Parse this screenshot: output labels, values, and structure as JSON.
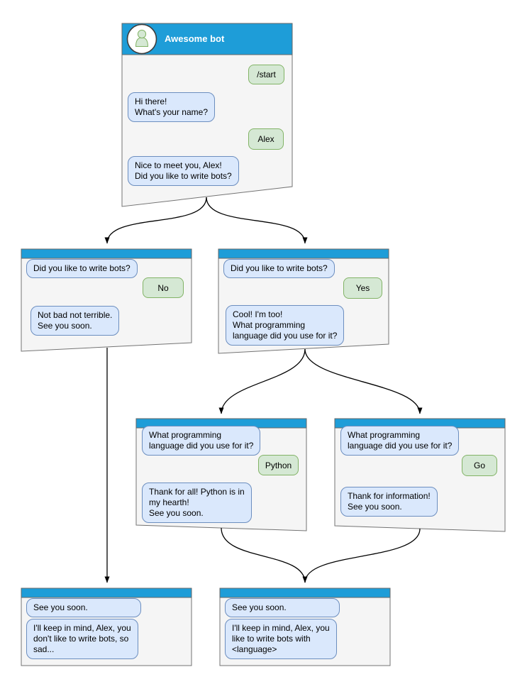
{
  "colors": {
    "header_blue": "#1e9dd8",
    "window_fill": "#f5f5f5",
    "window_stroke": "#737373",
    "bot_bubble_fill": "#dae8fc",
    "bot_bubble_stroke": "#6c8ebf",
    "user_bubble_fill": "#d5e8d4",
    "user_bubble_stroke": "#82b366",
    "arrow": "#000000",
    "title_text": "#ffffff"
  },
  "icons": {
    "avatar": "person-icon"
  },
  "windows": {
    "main": {
      "title": "Awesome bot",
      "messages": [
        {
          "from": "user",
          "text": "/start"
        },
        {
          "from": "bot",
          "text": "Hi there!\nWhat's your name?"
        },
        {
          "from": "user",
          "text": "Alex"
        },
        {
          "from": "bot",
          "text": "Nice to meet you, Alex!\nDid you like to write bots?"
        }
      ]
    },
    "branch_no": {
      "messages": [
        {
          "from": "bot",
          "text": "Did you like to write bots?"
        },
        {
          "from": "user",
          "text": "No"
        },
        {
          "from": "bot",
          "text": "Not bad not terrible.\nSee you soon."
        }
      ]
    },
    "branch_yes": {
      "messages": [
        {
          "from": "bot",
          "text": "Did you like to write bots?"
        },
        {
          "from": "user",
          "text": "Yes"
        },
        {
          "from": "bot",
          "text": "Cool! I'm too!\nWhat programming\nlanguage did you use for it?"
        }
      ]
    },
    "branch_python": {
      "messages": [
        {
          "from": "bot",
          "text": "What programming\nlanguage did you use for it?"
        },
        {
          "from": "user",
          "text": "Python"
        },
        {
          "from": "bot",
          "text": "Thank for all! Python is in\nmy hearth!\nSee you soon."
        }
      ]
    },
    "branch_go": {
      "messages": [
        {
          "from": "bot",
          "text": "What programming\nlanguage did you use for it?"
        },
        {
          "from": "user",
          "text": "Go"
        },
        {
          "from": "bot",
          "text": "Thank for information!\nSee you soon."
        }
      ]
    },
    "end_no": {
      "messages": [
        {
          "from": "bot",
          "text": "See you soon."
        },
        {
          "from": "bot",
          "text": "I'll keep in mind, Alex, you\ndon't like to write bots, so\nsad..."
        }
      ]
    },
    "end_yes": {
      "messages": [
        {
          "from": "bot",
          "text": "See you soon."
        },
        {
          "from": "bot",
          "text": "I'll keep in mind, Alex, you\nlike to write bots with\n<language>"
        }
      ]
    }
  }
}
